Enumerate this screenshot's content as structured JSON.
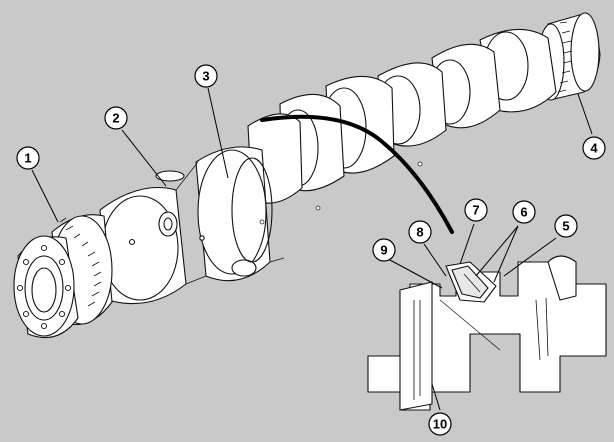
{
  "figure": {
    "background": "#c9c9c9",
    "line_color": "#111111",
    "part_fill": "#ffffff"
  },
  "callouts": [
    {
      "id": "c1",
      "label": "1"
    },
    {
      "id": "c2",
      "label": "2"
    },
    {
      "id": "c3",
      "label": "3"
    },
    {
      "id": "c4",
      "label": "4"
    },
    {
      "id": "c5",
      "label": "5"
    },
    {
      "id": "c6",
      "label": "6"
    },
    {
      "id": "c7",
      "label": "7"
    },
    {
      "id": "c8",
      "label": "8"
    },
    {
      "id": "c9",
      "label": "9"
    },
    {
      "id": "c10",
      "label": "10"
    }
  ]
}
